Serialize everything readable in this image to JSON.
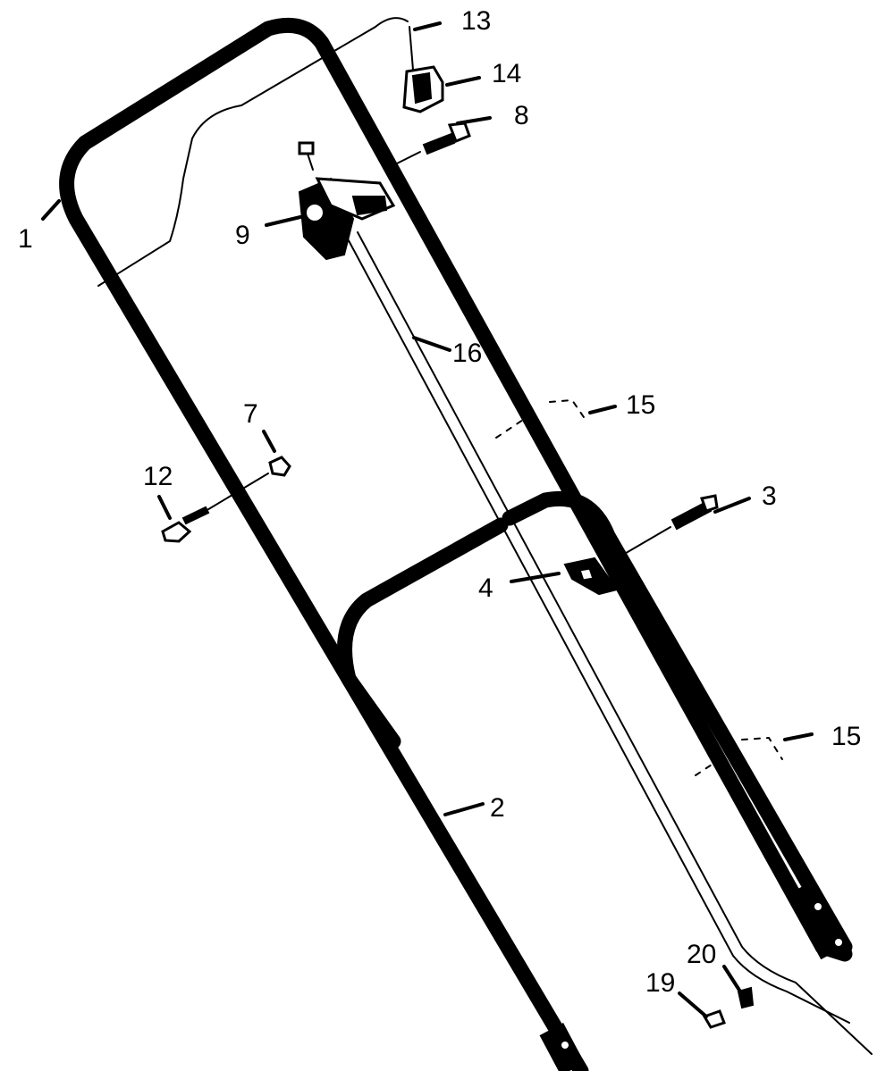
{
  "colors": {
    "ink": "#000000",
    "paper": "#ffffff"
  },
  "callouts": [
    {
      "id": "c1",
      "label": "1"
    },
    {
      "id": "c2",
      "label": "2"
    },
    {
      "id": "c3",
      "label": "3"
    },
    {
      "id": "c4",
      "label": "4"
    },
    {
      "id": "c7",
      "label": "7"
    },
    {
      "id": "c8",
      "label": "8"
    },
    {
      "id": "c9",
      "label": "9"
    },
    {
      "id": "c12",
      "label": "12"
    },
    {
      "id": "c13",
      "label": "13"
    },
    {
      "id": "c14",
      "label": "14"
    },
    {
      "id": "c15a",
      "label": "15"
    },
    {
      "id": "c15b",
      "label": "15"
    },
    {
      "id": "c16",
      "label": "16"
    },
    {
      "id": "c19",
      "label": "19"
    },
    {
      "id": "c20",
      "label": "20"
    }
  ]
}
